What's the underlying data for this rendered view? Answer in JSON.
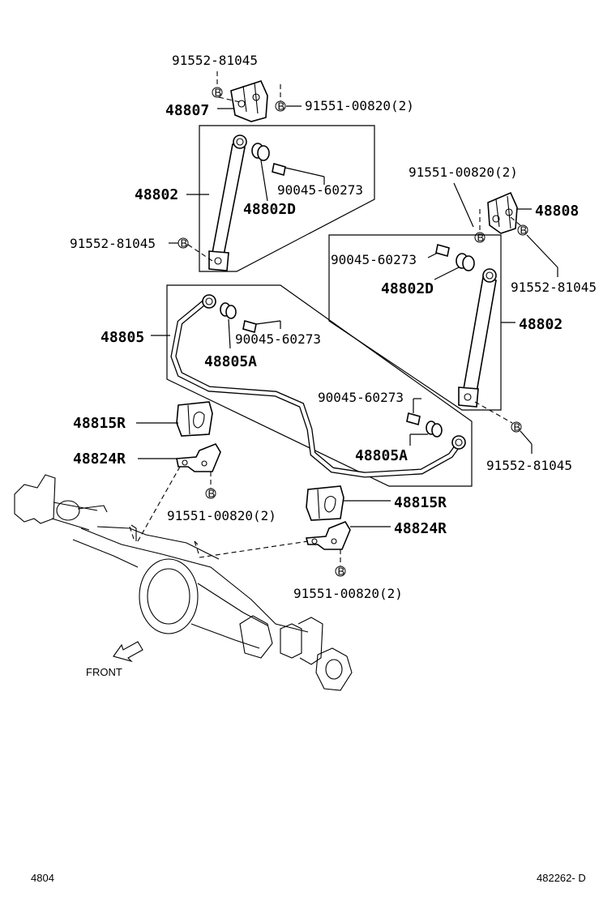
{
  "labels": {
    "bolt_top": "91552-81045",
    "bracket_left": "48807",
    "bolt_top_right": "91551-00820(2)",
    "rod_left": "48802",
    "bushing_left": "48802D",
    "collar_left": "90045-60273",
    "bolt_left_lower": "91552-81045",
    "bolt_right_upper": "91551-00820(2)",
    "bracket_right": "48808",
    "bolt_right_bracket": "91552-81045",
    "collar_right": "90045-60273",
    "bushing_right": "48802D",
    "rod_right": "48802",
    "stabilizer": "48805",
    "stab_collar_left": "90045-60273",
    "stab_bushing_left": "48805A",
    "stab_collar_right": "90045-60273",
    "stab_bushing_right": "48805A",
    "bolt_right_lower": "91552-81045",
    "bushing_holder_left": "48815R",
    "bracket_holder_left": "48824R",
    "bolt_holder_left": "91551-00820(2)",
    "bushing_holder_right": "48815R",
    "bracket_holder_right": "48824R",
    "bolt_holder_right": "91551-00820(2)",
    "front": "FRONT"
  },
  "footer": {
    "left_code": "4804",
    "right_code": "482262- D"
  }
}
